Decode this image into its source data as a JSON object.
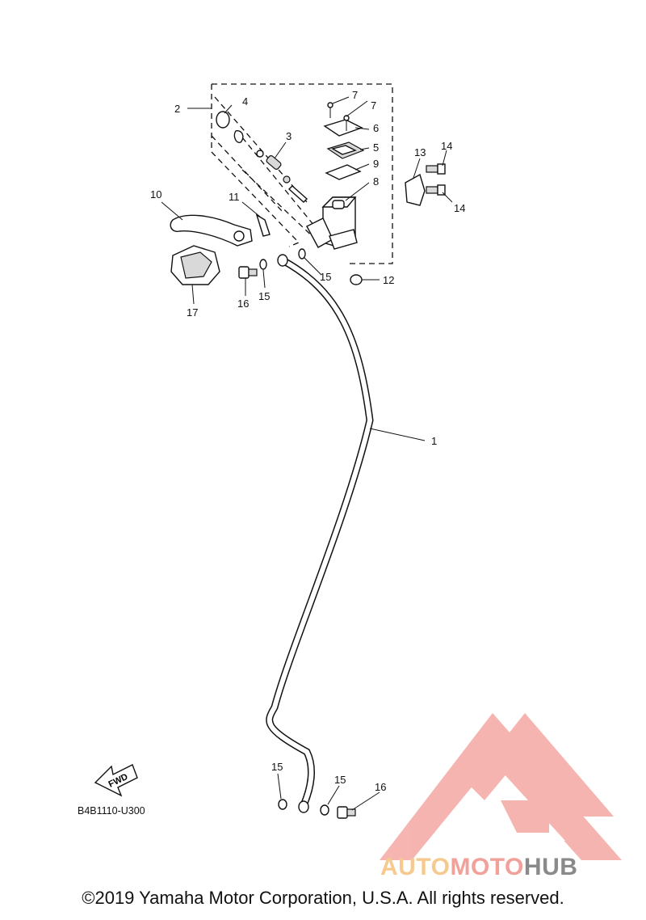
{
  "diagram": {
    "callouts": [
      "1",
      "2",
      "3",
      "4",
      "5",
      "6",
      "7",
      "7",
      "8",
      "9",
      "10",
      "11",
      "12",
      "13",
      "14",
      "14",
      "15",
      "15",
      "15",
      "15",
      "16",
      "16",
      "17"
    ],
    "direction_arrow_label": "FWD",
    "diagram_code": "B4B1110-U300"
  },
  "watermark": {
    "wordmark_part_1": "AUTO",
    "wordmark_part_2": "MOTO",
    "wordmark_part_3": "HUB",
    "colors": {
      "auto": "#f6c98f",
      "moto": "#f2a09a",
      "hub": "#8a8a8a",
      "logo": "#f4a8a2"
    }
  },
  "footer": {
    "copyright": "©2019 Yamaha Motor Corporation, U.S.A. All rights reserved."
  }
}
